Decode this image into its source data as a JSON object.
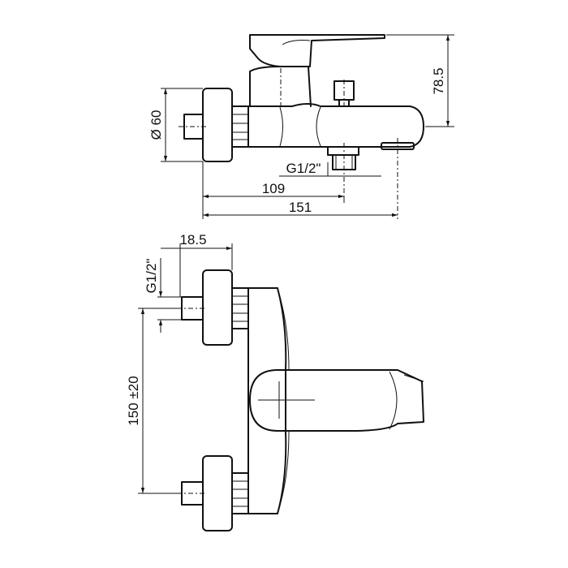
{
  "labels": {
    "top_view": {
      "height": "78.5",
      "diameter": "Ø 60",
      "thread": "G1/2\"",
      "len_109": "109",
      "len_151": "151"
    },
    "front_view": {
      "inlet_offset": "18.5",
      "thread": "G1/2\"",
      "spacing": "150 ±20"
    }
  },
  "colors": {
    "line": "#111111",
    "background": "#ffffff"
  }
}
